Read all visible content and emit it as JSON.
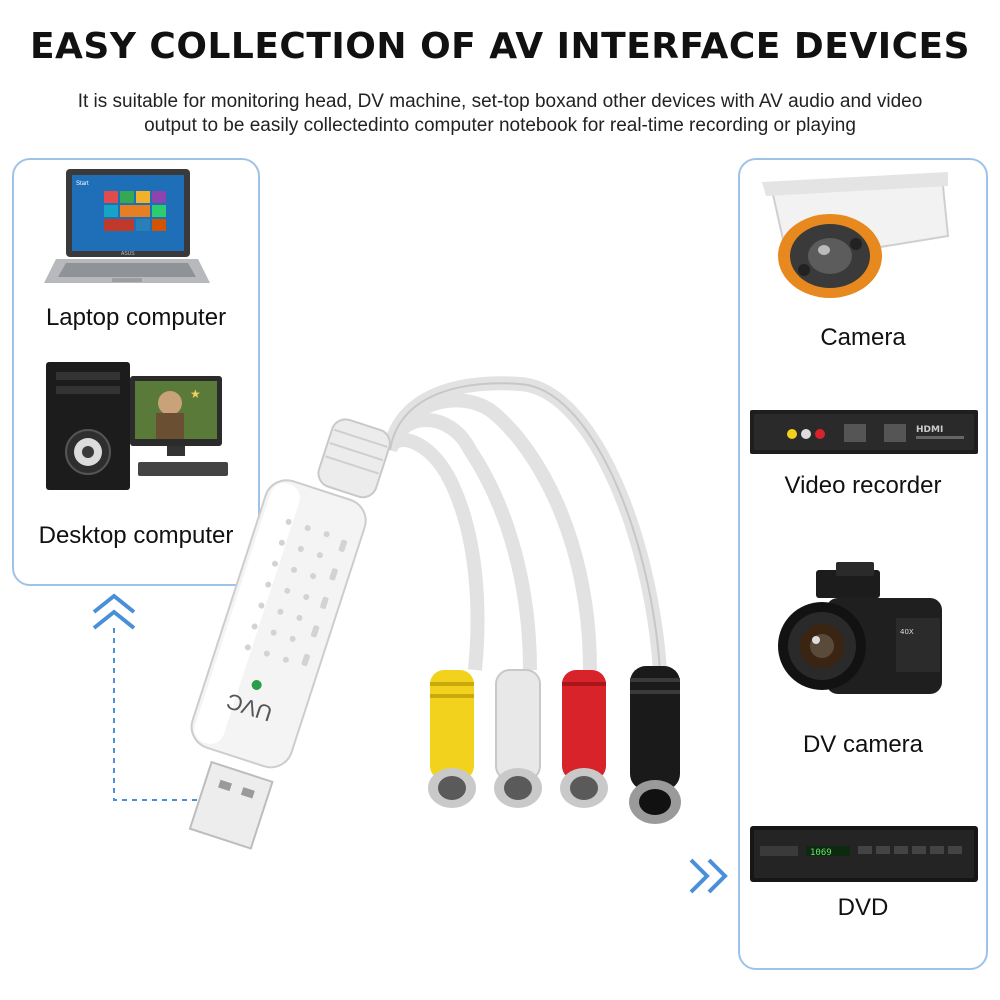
{
  "header": {
    "title": "EASY COLLECTION OF AV INTERFACE DEVICES",
    "subtitle_line1": "It is suitable for monitoring head, DV machine, set-top boxand other devices with AV audio and video",
    "subtitle_line2": "output to be easily collectedinto computer notebook for real-time recording or playing"
  },
  "left_panel": {
    "devices": [
      {
        "label": "Laptop computer",
        "icon": "laptop-icon"
      },
      {
        "label": "Desktop computer",
        "icon": "desktop-pc-icon"
      }
    ]
  },
  "right_panel": {
    "devices": [
      {
        "label": "Camera",
        "icon": "cctv-camera-icon"
      },
      {
        "label": "Video recorder",
        "icon": "video-recorder-icon"
      },
      {
        "label": "DV camera",
        "icon": "camcorder-icon"
      },
      {
        "label": "DVD",
        "icon": "dvd-player-icon"
      }
    ]
  },
  "adapter": {
    "device_label": "UVC",
    "laptop_brand": "ASUS",
    "recorder_badge": "HDMI",
    "dvd_display": "1069",
    "camcorder_badge": "40X",
    "connectors": [
      "yellow-rca",
      "white-rca",
      "red-rca",
      "black-s-video"
    ]
  },
  "colors": {
    "panel_border": "#9fc3e8",
    "arrow": "#4a90d9",
    "yellow": "#f2d21c",
    "red": "#d8232a",
    "white": "#e8e8e8",
    "black": "#1a1a1a"
  }
}
